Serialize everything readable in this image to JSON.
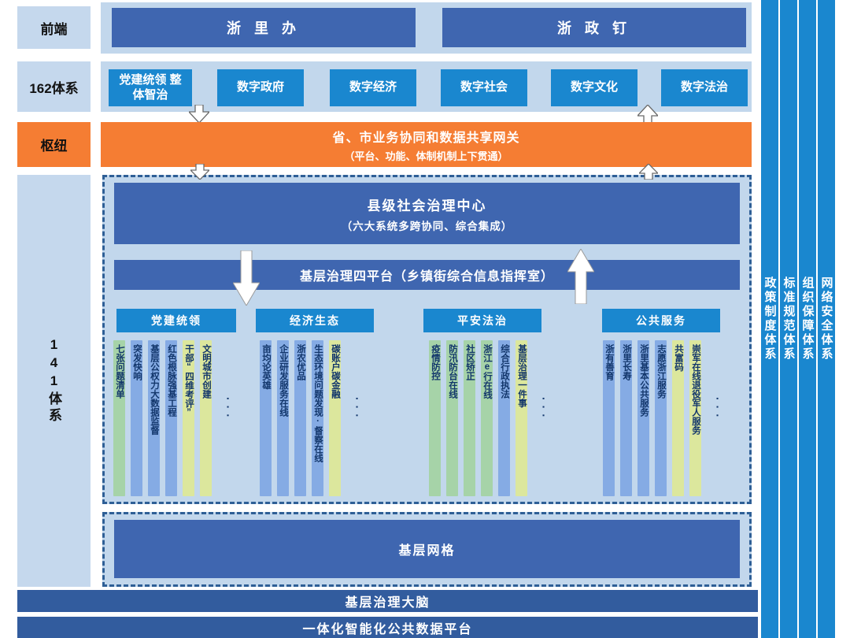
{
  "palette": {
    "dark_blue_box": "#3f66b0",
    "medium_blue": "#1a87cf",
    "orange": "#f57d33",
    "light_panel": "#c2d7ec",
    "bottom_bar": "#325c9e",
    "strip_green": "#a6d3a8",
    "strip_blue": "#85abe4",
    "strip_yellow": "#dce79d"
  },
  "front_end_row": {
    "label": "前端",
    "items": [
      "浙 里 办",
      "浙 政 钉"
    ]
  },
  "system162_row": {
    "label": "162体系",
    "items": [
      "党建统领 整体智治",
      "数字政府",
      "数字经济",
      "数字社会",
      "数字文化",
      "数字法治"
    ]
  },
  "hub_row": {
    "label": "枢纽",
    "title": "省、市业务协同和数据共享网关",
    "subtitle": "（平台、功能、体制机制上下贯通）"
  },
  "system141": {
    "label": "141体系",
    "center_box": {
      "title": "县级社会治理中心",
      "subtitle": "（六大系统多跨协同、综合集成）"
    },
    "platform_bar": "基层治理四平台（乡镇街综合信息指挥室）",
    "columns": [
      {
        "header": "党建统领",
        "more": "···",
        "items": [
          {
            "text": "七张问题清单",
            "color": "green"
          },
          {
            "text": "突发快响",
            "color": "blue"
          },
          {
            "text": "基层公权力大数据监督",
            "color": "blue"
          },
          {
            "text": "红色根脉强基工程",
            "color": "blue"
          },
          {
            "text": "干部“四维考评”",
            "color": "yellow"
          },
          {
            "text": "文明城市创建",
            "color": "yellow"
          }
        ]
      },
      {
        "header": "经济生态",
        "more": "···",
        "items": [
          {
            "text": "亩均论英雄",
            "color": "blue"
          },
          {
            "text": "企业研发服务在线",
            "color": "blue"
          },
          {
            "text": "浙农优品",
            "color": "blue"
          },
          {
            "text": "生态环境问题发现·督察在线",
            "color": "blue"
          },
          {
            "text": "碳账户碳金融",
            "color": "yellow"
          }
        ]
      },
      {
        "header": "平安法治",
        "more": "···",
        "items": [
          {
            "text": "疫情防控",
            "color": "green"
          },
          {
            "text": "防汛防台在线",
            "color": "green"
          },
          {
            "text": "社区矫正",
            "color": "green"
          },
          {
            "text": "浙江e行在线",
            "color": "green"
          },
          {
            "text": "综合行政执法",
            "color": "blue"
          },
          {
            "text": "基层治理一件事",
            "color": "yellow"
          }
        ]
      },
      {
        "header": "公共服务",
        "more": "···",
        "items": [
          {
            "text": "浙有善育",
            "color": "blue"
          },
          {
            "text": "浙里长寿",
            "color": "blue"
          },
          {
            "text": "浙里基本公共服务",
            "color": "blue"
          },
          {
            "text": "志愿浙江服务",
            "color": "blue"
          },
          {
            "text": "共富码",
            "color": "yellow"
          },
          {
            "text": "崇军在线退役军人服务",
            "color": "yellow"
          }
        ]
      }
    ],
    "grid_box": "基层网格"
  },
  "bottom_bars": [
    "基层治理大脑",
    "一体化智能化公共数据平台"
  ],
  "side_bars": [
    "政策制度体系",
    "标准规范体系",
    "组织保障体系",
    "网络安全体系"
  ]
}
